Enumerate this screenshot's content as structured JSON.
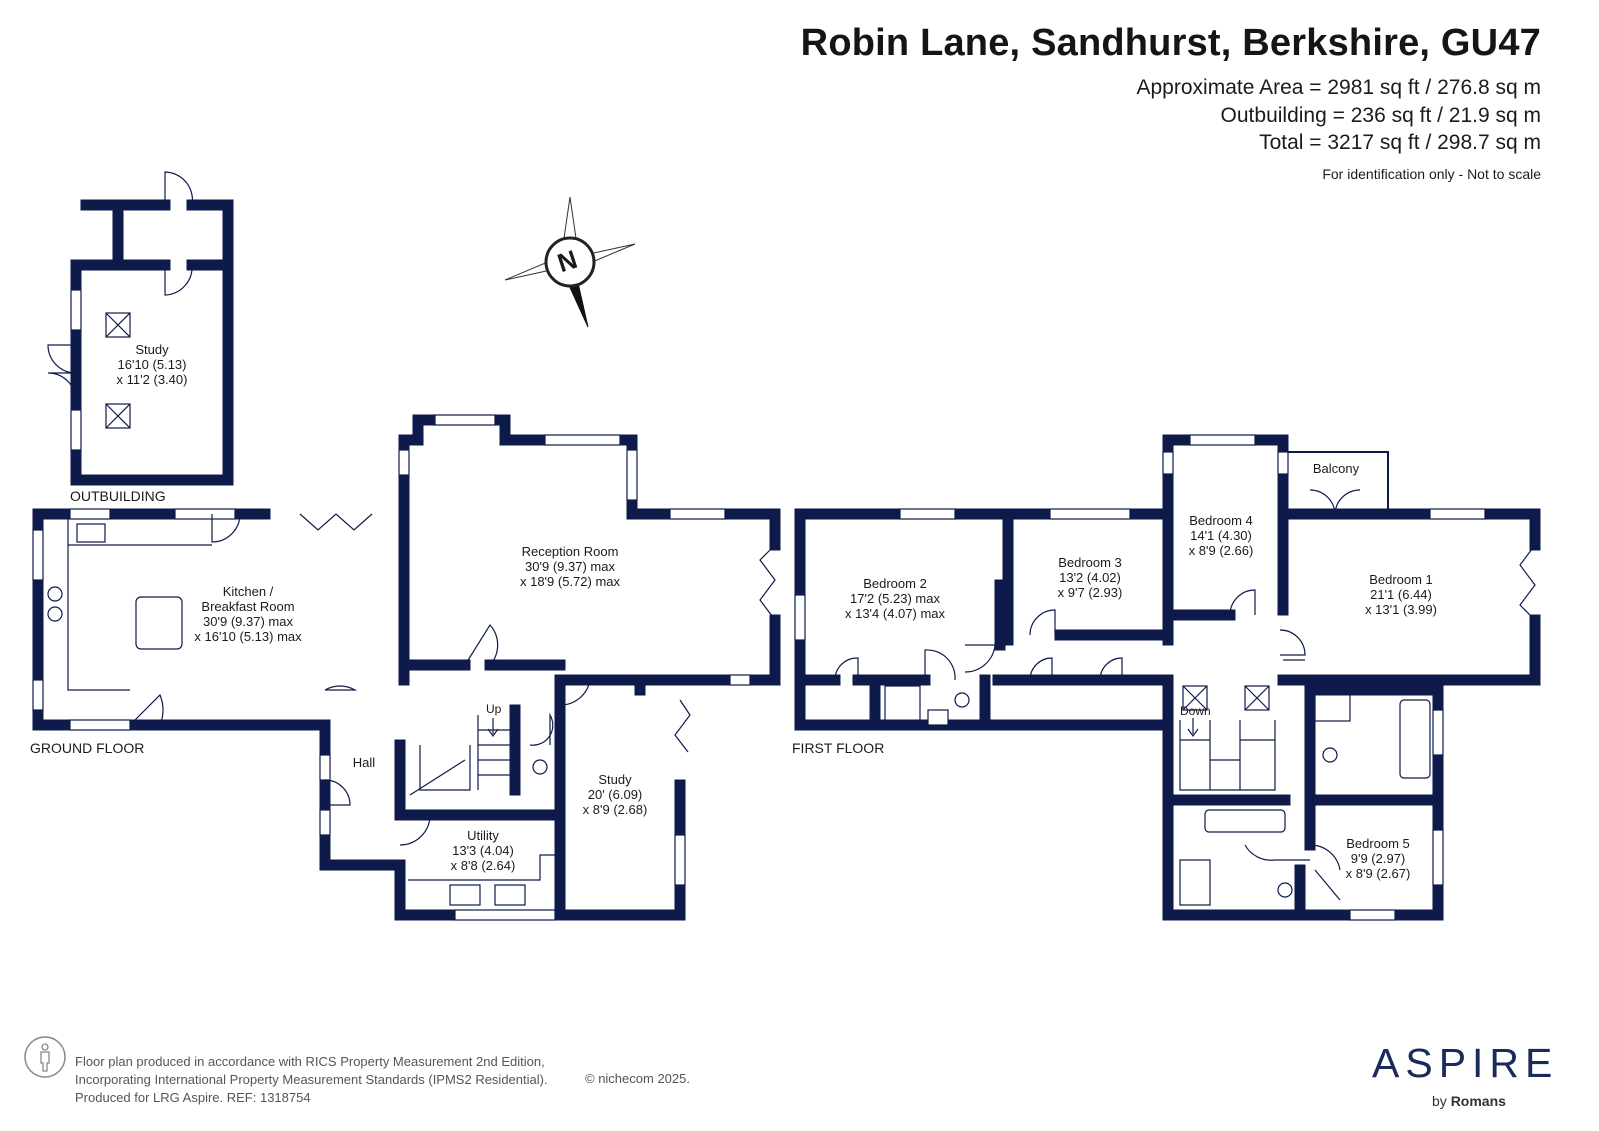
{
  "header": {
    "title": "Robin Lane, Sandhurst, Berkshire, GU47",
    "approx_area": "Approximate Area = 2981 sq ft / 276.8 sq m",
    "outbuilding_area": "Outbuilding = 236 sq ft / 21.9 sq m",
    "total_area": "Total = 3217 sq ft / 298.7 sq m",
    "disclaimer": "For identification only - Not to scale"
  },
  "compass": {
    "label": "N"
  },
  "floors": {
    "outbuilding": "OUTBUILDING",
    "ground": "GROUND FLOOR",
    "first": "FIRST FLOOR"
  },
  "rooms": {
    "outbuilding_study": {
      "name": "Study",
      "dim1": "16'10 (5.13)",
      "dim2": "x 11'2 (3.40)"
    },
    "kitchen": {
      "name": "Kitchen /",
      "name2": "Breakfast Room",
      "dim1": "30'9 (9.37) max",
      "dim2": "x 16'10 (5.13) max"
    },
    "reception": {
      "name": "Reception Room",
      "dim1": "30'9 (9.37) max",
      "dim2": "x 18'9 (5.72) max"
    },
    "hall": {
      "name": "Hall"
    },
    "utility": {
      "name": "Utility",
      "dim1": "13'3 (4.04)",
      "dim2": "x 8'8 (2.64)"
    },
    "ground_study": {
      "name": "Study",
      "dim1": "20' (6.09)",
      "dim2": "x 8'9 (2.68)"
    },
    "bedroom2": {
      "name": "Bedroom 2",
      "dim1": "17'2 (5.23) max",
      "dim2": "x 13'4 (4.07) max"
    },
    "bedroom3": {
      "name": "Bedroom 3",
      "dim1": "13'2 (4.02)",
      "dim2": "x 9'7 (2.93)"
    },
    "bedroom4": {
      "name": "Bedroom 4",
      "dim1": "14'1 (4.30)",
      "dim2": "x 8'9 (2.66)"
    },
    "bedroom1": {
      "name": "Bedroom 1",
      "dim1": "21'1 (6.44)",
      "dim2": "x 13'1 (3.99)"
    },
    "bedroom5": {
      "name": "Bedroom 5",
      "dim1": "9'9 (2.97)",
      "dim2": "x 8'9 (2.67)"
    },
    "balcony": {
      "name": "Balcony"
    }
  },
  "stairs": {
    "up": "Up",
    "down": "Down"
  },
  "footer": {
    "line1": "Floor plan produced in accordance with RICS Property Measurement 2nd Edition,",
    "line2": "Incorporating International Property Measurement Standards (IPMS2 Residential).",
    "line3": "Produced for LRG Aspire.   REF:  1318754",
    "copyright": "© nichecom 2025."
  },
  "brand": {
    "name": "ASPIRE",
    "by": "by",
    "sub": "Romans",
    "color": "#1a2a5a"
  },
  "colors": {
    "wall": "#0e1a4a"
  }
}
